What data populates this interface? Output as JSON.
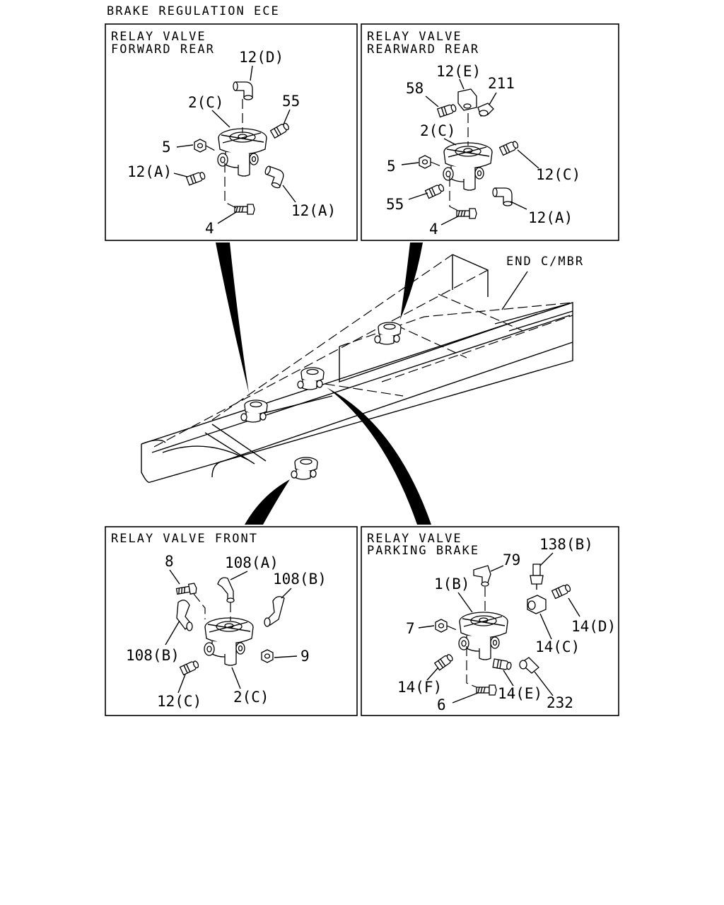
{
  "title": "BRAKE REGULATION ECE",
  "end_member_label": "END C/MBR",
  "panels": {
    "forward_rear": {
      "title_line1": "RELAY VALVE",
      "title_line2": "FORWARD REAR",
      "callouts": [
        "12(D)",
        "2(C)",
        "55",
        "5",
        "12(A)",
        "12(A)",
        "4"
      ]
    },
    "rearward_rear": {
      "title_line1": "RELAY VALVE",
      "title_line2": "REARWARD REAR",
      "callouts": [
        "12(E)",
        "58",
        "211",
        "2(C)",
        "5",
        "12(C)",
        "55",
        "12(A)",
        "4"
      ]
    },
    "front": {
      "title_line1": "RELAY VALVE FRONT",
      "callouts": [
        "8",
        "108(A)",
        "108(B)",
        "108(B)",
        "9",
        "12(C)",
        "2(C)"
      ]
    },
    "parking_brake": {
      "title_line1": "RELAY VALVE",
      "title_line2": "PARKING BRAKE",
      "callouts": [
        "138(B)",
        "79",
        "1(B)",
        "7",
        "14(D)",
        "14(C)",
        "14(F)",
        "14(E)",
        "6",
        "232"
      ]
    }
  }
}
